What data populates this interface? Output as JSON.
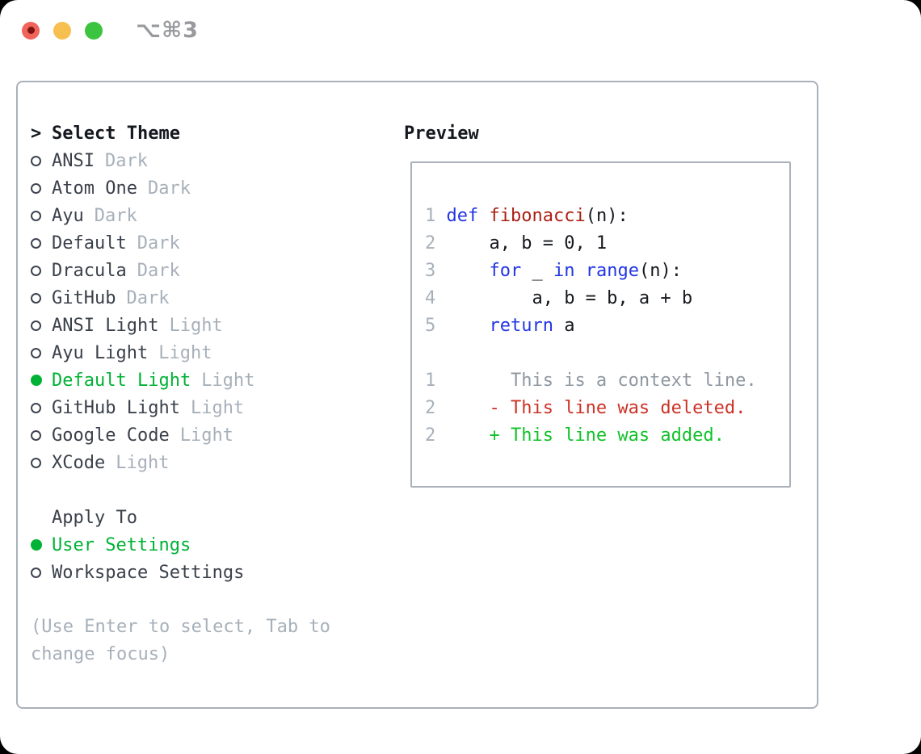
{
  "window": {
    "shortcut_label": "⌥⌘3"
  },
  "colors": {
    "text": "#3b414b",
    "header": "#14181f",
    "muted": "#a7b0ba",
    "selection_green": "#00b235",
    "keyword_blue": "#2236e4",
    "function_red": "#ab1f14",
    "diff_deleted_red": "#cd3227",
    "diff_added_green": "#12c22b",
    "border_gray": "#a9b1ba",
    "context_gray": "#8f98a1",
    "traffic_red": "#f2635c",
    "traffic_yellow": "#f7bf4f",
    "traffic_green": "#3cc441"
  },
  "left": {
    "prompt": ">",
    "title": "Select Theme",
    "themes": [
      {
        "name": "ANSI",
        "variant": "Dark",
        "selected": false
      },
      {
        "name": "Atom One",
        "variant": "Dark",
        "selected": false
      },
      {
        "name": "Ayu",
        "variant": "Dark",
        "selected": false
      },
      {
        "name": "Default",
        "variant": "Dark",
        "selected": false
      },
      {
        "name": "Dracula",
        "variant": "Dark",
        "selected": false
      },
      {
        "name": "GitHub",
        "variant": "Dark",
        "selected": false
      },
      {
        "name": "ANSI Light",
        "variant": "Light",
        "selected": false
      },
      {
        "name": "Ayu Light",
        "variant": "Light",
        "selected": false
      },
      {
        "name": "Default Light",
        "variant": "Light",
        "selected": true
      },
      {
        "name": "GitHub Light",
        "variant": "Light",
        "selected": false
      },
      {
        "name": "Google Code",
        "variant": "Light",
        "selected": false
      },
      {
        "name": "XCode",
        "variant": "Light",
        "selected": false
      }
    ],
    "apply_to_title": "Apply To",
    "apply_options": [
      {
        "name": "User Settings",
        "selected": true
      },
      {
        "name": "Workspace Settings",
        "selected": false
      }
    ],
    "help_lines": [
      "(Use Enter to select, Tab to",
      "change focus)"
    ]
  },
  "preview": {
    "title": "Preview",
    "lines": [
      {
        "num": "1",
        "segments": [
          [
            "kw",
            "def"
          ],
          [
            "pl",
            " "
          ],
          [
            "fn",
            "fibonacci"
          ],
          [
            "pl",
            "(n):"
          ]
        ]
      },
      {
        "num": "2",
        "segments": [
          [
            "pl",
            "    a, b = 0, 1"
          ]
        ]
      },
      {
        "num": "3",
        "segments": [
          [
            "pl",
            "    "
          ],
          [
            "kw",
            "for"
          ],
          [
            "pl",
            " _ "
          ],
          [
            "kw",
            "in"
          ],
          [
            "pl",
            " "
          ],
          [
            "kw",
            "range"
          ],
          [
            "pl",
            "(n):"
          ]
        ]
      },
      {
        "num": "4",
        "segments": [
          [
            "pl",
            "        a, b = b, a + b"
          ]
        ]
      },
      {
        "num": "5",
        "segments": [
          [
            "pl",
            "    "
          ],
          [
            "kw",
            "return"
          ],
          [
            "pl",
            " a"
          ]
        ]
      },
      {
        "num": "",
        "segments": []
      },
      {
        "num": "1",
        "segments": [
          [
            "ctx",
            "      This is a context line."
          ]
        ]
      },
      {
        "num": "2",
        "segments": [
          [
            "del",
            "    - This line was deleted."
          ]
        ]
      },
      {
        "num": "2",
        "segments": [
          [
            "add",
            "    + This line was added."
          ]
        ]
      }
    ]
  }
}
